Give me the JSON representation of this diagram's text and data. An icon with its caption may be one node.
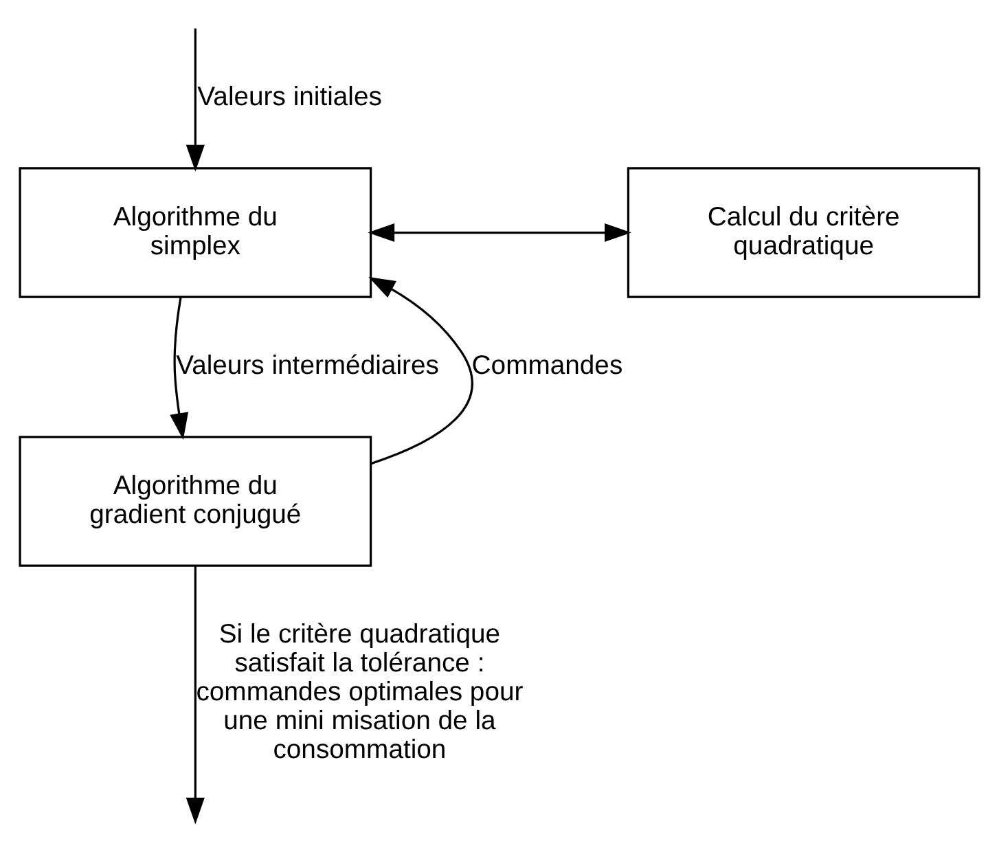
{
  "diagram": {
    "nodes": [
      {
        "text": [
          "Algorithme du simplex"
        ]
      },
      {
        "text": [
          "Calcul du critère quadratique"
        ]
      },
      {
        "text": [
          "Algorithme du gradient conjugué"
        ]
      }
    ],
    "edges": [
      {
        "from": null,
        "to": 0,
        "arrow": "to",
        "label": "Valeurs initiales"
      },
      {
        "from": 0,
        "to": 1,
        "arrow": "both"
      },
      {
        "from": 0,
        "to": 2,
        "arrow": "to",
        "label": "Valeurs intermédiaires"
      },
      {
        "from": 2,
        "to": 0,
        "arrow": "to",
        "label": "Commandes"
      },
      {
        "from": 2,
        "to": null,
        "arrow": "to",
        "label": "Si le critère quadratique satisfait la tolérance : commandes optimales pour une mini misation de la consommation"
      }
    ]
  }
}
